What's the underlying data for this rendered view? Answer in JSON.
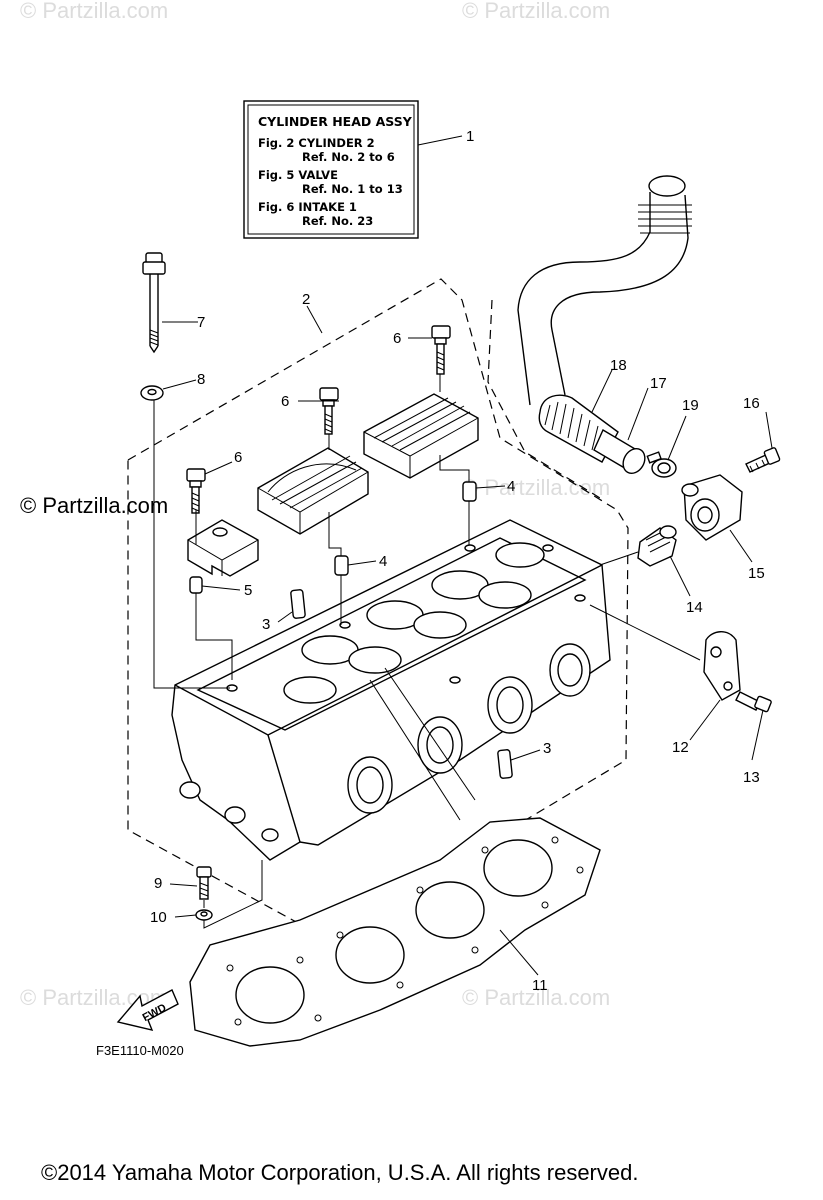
{
  "info_box": {
    "title": "CYLINDER HEAD ASSY",
    "lines": [
      "Fig. 2 CYLINDER 2",
      "Ref. No. 2 to 6",
      "Fig. 5 VALVE",
      "Ref. No. 1 to 13",
      "Fig. 6 INTAKE 1",
      "Ref. No. 23"
    ]
  },
  "callouts": [
    "1",
    "2",
    "3",
    "3",
    "4",
    "4",
    "5",
    "6",
    "6",
    "6",
    "7",
    "8",
    "9",
    "10",
    "11",
    "12",
    "13",
    "14",
    "15",
    "16",
    "17",
    "18",
    "19"
  ],
  "watermarks": {
    "main": "© Partzilla.com",
    "faint": "© Partzilla.com"
  },
  "fwd_label": "FWD",
  "figure_code": "F3E1110-M020",
  "copyright": "©2014  Yamaha Motor Corporation, U.S.A. All rights reserved."
}
